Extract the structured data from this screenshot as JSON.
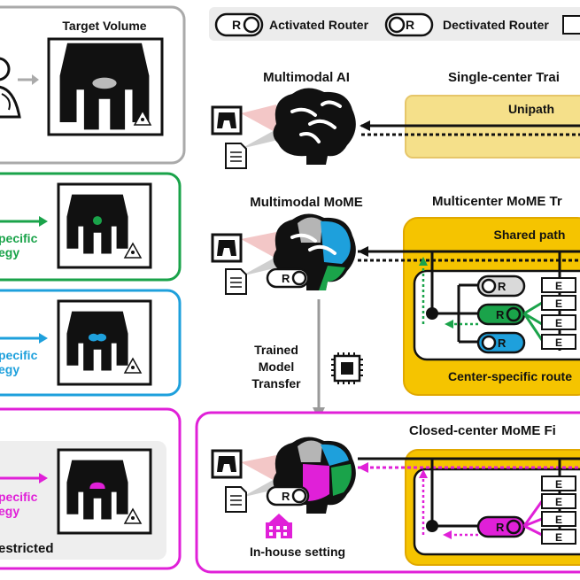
{
  "legend": {
    "activated_router": "Activated Router",
    "deactivated_router": "Dectivated Router",
    "router_glyph": "R"
  },
  "left_panels": {
    "top": {
      "title": "Target Volume"
    },
    "green": {
      "caption_line1": "pecific",
      "caption_line2": "egy"
    },
    "blue": {
      "caption_line1": "pecific",
      "caption_line2": "egy"
    },
    "magenta": {
      "caption_line1": "pecific",
      "caption_line2": "egy",
      "footer": "estricted"
    }
  },
  "center": {
    "multimodal_ai": "Multimodal AI",
    "multimodal_mome": "Multimodal MoME",
    "transfer_line1": "Trained",
    "transfer_line2": "Model",
    "transfer_line3": "Transfer",
    "in_house": "In-house setting"
  },
  "right": {
    "single_center_title": "Single-center Trai",
    "unipath": "Unipath",
    "multicenter_title": "Multicenter MoME Tr",
    "shared_path": "Shared path",
    "center_specific_router": "Center-specific route",
    "closed_center_title": "Closed-center MoME Fi",
    "expert_glyph": "E"
  },
  "colors": {
    "green": "#1aa34a",
    "blue": "#1ea0dc",
    "magenta": "#e020d8",
    "gold": "#f5c400",
    "gray": "#9a9a9a"
  }
}
